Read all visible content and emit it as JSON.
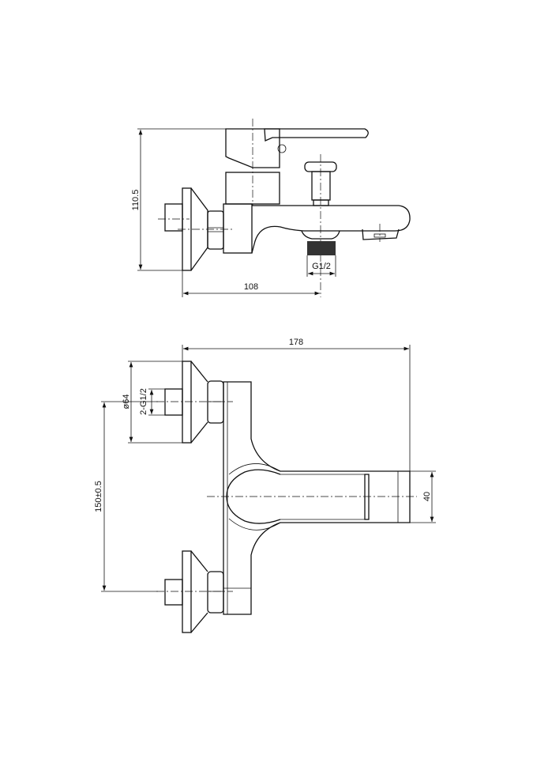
{
  "top_view": {
    "dim_height": "110.5",
    "dim_width": "108",
    "dim_outlet_thread": "G1/2"
  },
  "front_view": {
    "dim_overall_length": "178",
    "dim_flange_diameter": "ø64",
    "dim_inlet_thread": "2-G1/2",
    "dim_inlet_spacing": "150±0.5",
    "dim_spout_height": "40"
  },
  "colors": {
    "line": "#111111",
    "background": "#ffffff"
  }
}
